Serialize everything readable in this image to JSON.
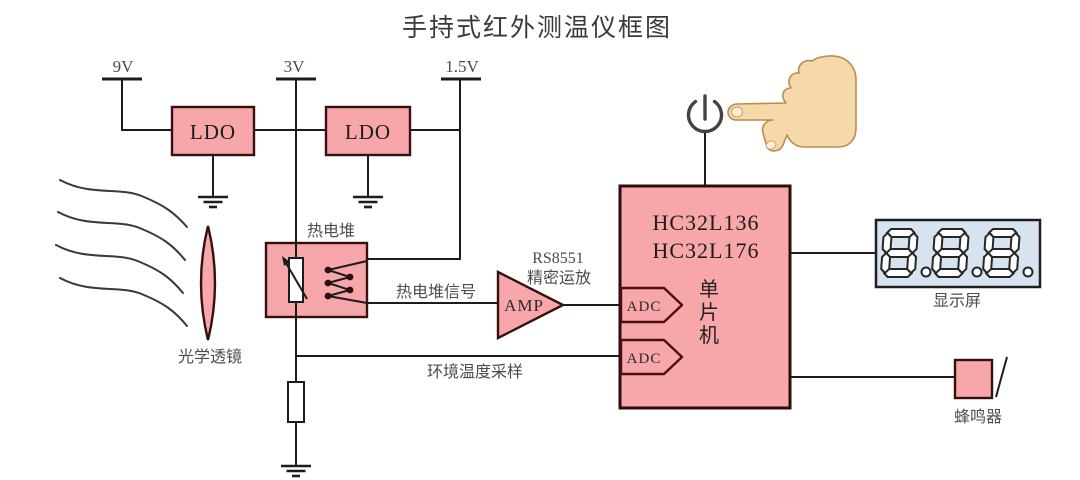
{
  "title": "手持式红外测温仪框图",
  "power": {
    "rail_9v": "9V",
    "rail_3v": "3V",
    "rail_1v5": "1.5V",
    "ldo1_label": "LDO",
    "ldo2_label": "LDO"
  },
  "optics": {
    "lens_label": "光学透镜"
  },
  "sensor": {
    "label": "热电堆",
    "signal_label": "热电堆信号",
    "ambient_label": "环境温度采样"
  },
  "amplifier": {
    "part": "RS8551",
    "type": "精密运放",
    "label": "AMP"
  },
  "mcu": {
    "model1": "HC32L136",
    "model2": "HC32L176",
    "name_chars": [
      "单",
      "片",
      "机"
    ],
    "adc1_label": "ADC",
    "adc2_label": "ADC"
  },
  "display": {
    "label": "显示屏",
    "value": "8.8.8."
  },
  "buzzer": {
    "label": "蜂鸣器"
  },
  "colors": {
    "block_fill": "#f7a6a9",
    "block_border": "#35100f",
    "wire": "#1c1c1c",
    "screen_fill": "#d8e3f0",
    "hand_skin": "#f6d8a9",
    "power_icon": "#434343"
  }
}
